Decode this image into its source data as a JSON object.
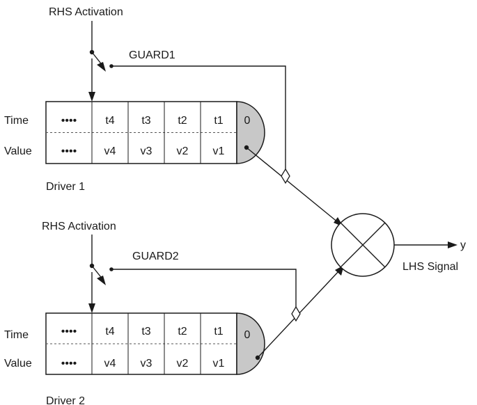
{
  "drivers": [
    {
      "rhs_label": "RHS Activation",
      "guard_label": "GUARD1",
      "driver_label": "Driver 1",
      "row_labels": [
        "Time",
        "Value"
      ],
      "times": [
        "••••",
        "t4",
        "t3",
        "t2",
        "t1"
      ],
      "values": [
        "••••",
        "v4",
        "v3",
        "v2",
        "v1"
      ],
      "current_time": "0"
    },
    {
      "rhs_label": "RHS Activation",
      "guard_label": "GUARD2",
      "driver_label": "Driver 2",
      "row_labels": [
        "Time",
        "Value"
      ],
      "times": [
        "••••",
        "t4",
        "t3",
        "t2",
        "t1"
      ],
      "values": [
        "••••",
        "v4",
        "v3",
        "v2",
        "v1"
      ],
      "current_time": "0"
    }
  ],
  "resolution": {
    "output_label": "y",
    "signal_label": "LHS Signal"
  }
}
